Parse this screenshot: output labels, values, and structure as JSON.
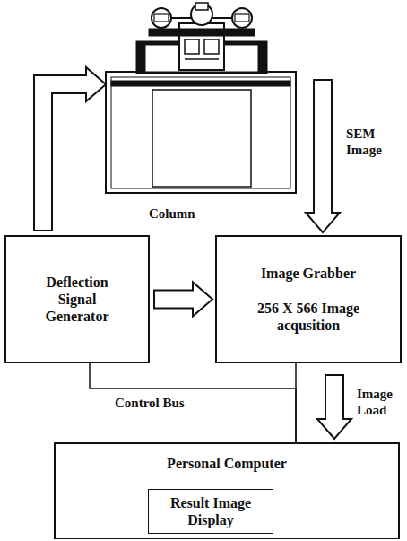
{
  "diagram": {
    "nodes": [
      {
        "text": [
          "Column"
        ]
      },
      {
        "text": [
          "Deflection Signal Generator"
        ]
      },
      {
        "text": [
          "Image Grabber",
          "256 X 566 Image acqusition"
        ]
      },
      {
        "text": [
          "Personal Computer"
        ]
      },
      {
        "text": [
          "Result Image Display"
        ],
        "in": 3
      }
    ],
    "edges": [
      {
        "from": 1,
        "to": 0,
        "arrow": "to"
      },
      {
        "from": 0,
        "to": 2,
        "arrow": "to",
        "label": "SEM Image"
      },
      {
        "from": 1,
        "to": 2,
        "arrow": "to"
      },
      {
        "from": 2,
        "to": 3,
        "arrow": "to",
        "label": "Image Load"
      },
      {
        "from": 1,
        "to": 3,
        "arrow": "none",
        "label": "Control Bus"
      },
      {
        "from": 2,
        "to": 3,
        "arrow": "none"
      }
    ]
  }
}
